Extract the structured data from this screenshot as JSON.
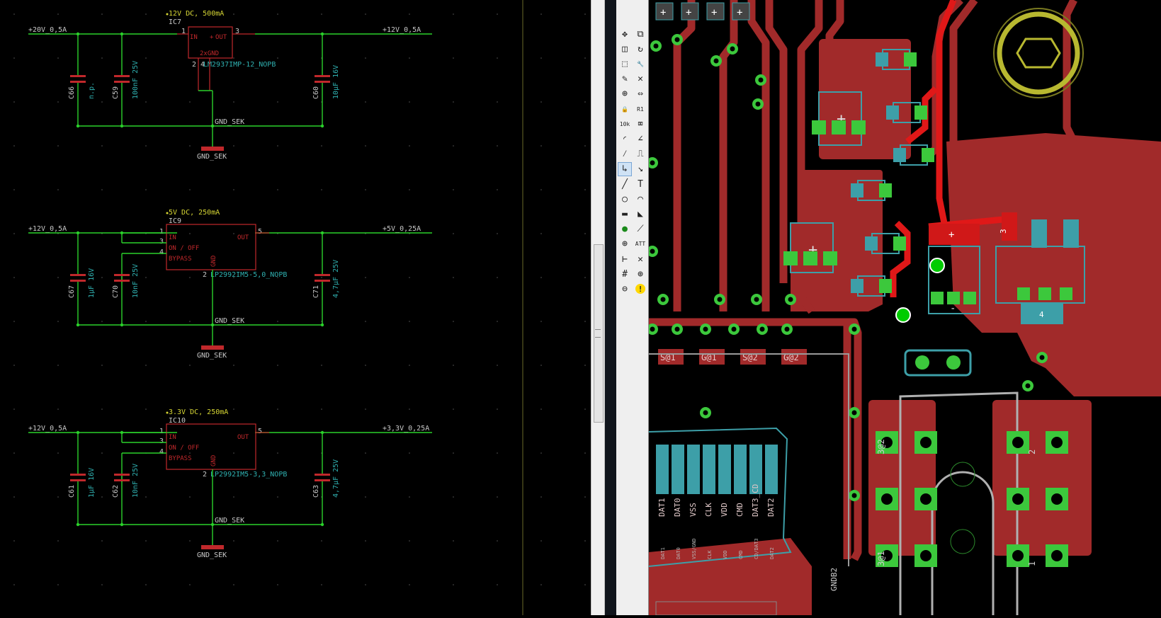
{
  "schematic": {
    "blocks": [
      {
        "header": "12V DC, 500mA",
        "ic": "IC7",
        "part": "LM2937IMP-12_NOPB",
        "input_net": "+20V_0,5A",
        "output_net": "+12V_0,5A",
        "ground_net": "GND_SEK",
        "ground_symbol": "GND_SEK",
        "pins": {
          "in_num": "1",
          "out_num": "3",
          "gnd_nums": "2 4"
        },
        "pin_labels": {
          "in": "IN",
          "out": "OUT",
          "gnd": "2xGND"
        },
        "caps": [
          {
            "name": "C66",
            "value": "n.p."
          },
          {
            "name": "C59",
            "value": "100nF 25V"
          },
          {
            "name": "C60",
            "value": "10µF 16V"
          }
        ]
      },
      {
        "header": "5V DC, 250mA",
        "ic": "IC9",
        "part": "LP2992IM5-5,0_NOPB",
        "input_net": "+12V_0,5A",
        "output_net": "+5V_0,25A",
        "ground_net": "GND_SEK",
        "ground_symbol": "GND_SEK",
        "pins": {
          "in_num": "1",
          "onoff_num": "3",
          "bypass_num": "4",
          "out_num": "5",
          "gnd_num": "2"
        },
        "pin_labels": {
          "in": "IN",
          "onoff": "ON / OFF",
          "bypass": "BYPASS",
          "out": "OUT",
          "gnd": "GND"
        },
        "caps": [
          {
            "name": "C67",
            "value": "1µF 16V"
          },
          {
            "name": "C70",
            "value": "10nF 25V"
          },
          {
            "name": "C71",
            "value": "4,7µF 25V"
          }
        ]
      },
      {
        "header": "3.3V DC, 250mA",
        "ic": "IC10",
        "part": "LP2992IM5-3,3_NOPB",
        "input_net": "+12V_0,5A",
        "output_net": "+3,3V_0,25A",
        "ground_net": "GND_SEK",
        "ground_symbol": "GND_SEK",
        "pins": {
          "in_num": "1",
          "onoff_num": "3",
          "bypass_num": "4",
          "out_num": "5",
          "gnd_num": "2"
        },
        "pin_labels": {
          "in": "IN",
          "onoff": "ON / OFF",
          "bypass": "BYPASS",
          "out": "OUT",
          "gnd": "GND"
        },
        "caps": [
          {
            "name": "C61",
            "value": "1µF 16V"
          },
          {
            "name": "C62",
            "value": "10nF 25V"
          },
          {
            "name": "C63",
            "value": "4,7µF 25V"
          }
        ]
      }
    ]
  },
  "toolbar": {
    "tools": [
      {
        "icon": "move-icon",
        "glyph": "✥"
      },
      {
        "icon": "copy-icon",
        "glyph": "⧉"
      },
      {
        "icon": "mirror-icon",
        "glyph": "◫"
      },
      {
        "icon": "rotate-icon",
        "glyph": "↻"
      },
      {
        "icon": "group-icon",
        "glyph": "⬚"
      },
      {
        "icon": "change-icon",
        "glyph": "🔧"
      },
      {
        "icon": "paste-icon",
        "glyph": "✎"
      },
      {
        "icon": "delete-icon",
        "glyph": "✕"
      },
      {
        "icon": "add-icon",
        "glyph": "⊕"
      },
      {
        "icon": "replace-icon",
        "glyph": "⇔"
      },
      {
        "icon": "lock-icon",
        "glyph": "🔒"
      },
      {
        "icon": "name-icon",
        "glyph": "R1"
      },
      {
        "icon": "value-icon",
        "glyph": "10k"
      },
      {
        "icon": "smash-icon",
        "glyph": "⌧"
      },
      {
        "icon": "miter-icon",
        "glyph": "◜"
      },
      {
        "icon": "split-icon",
        "glyph": "∠"
      },
      {
        "icon": "optimize-icon",
        "glyph": "⁄"
      },
      {
        "icon": "meander-icon",
        "glyph": "⎍"
      },
      {
        "icon": "route-icon",
        "glyph": "↳"
      },
      {
        "icon": "ripup-icon",
        "glyph": "↘"
      },
      {
        "icon": "wire-icon",
        "glyph": "╱"
      },
      {
        "icon": "text-icon",
        "glyph": "T"
      },
      {
        "icon": "circle-icon",
        "glyph": "○"
      },
      {
        "icon": "arc-icon",
        "glyph": "◠"
      },
      {
        "icon": "rect-icon",
        "glyph": "▬"
      },
      {
        "icon": "polygon-icon",
        "glyph": "◣"
      },
      {
        "icon": "via-icon",
        "glyph": "●"
      },
      {
        "icon": "signal-icon",
        "glyph": "⟋"
      },
      {
        "icon": "hole-icon",
        "glyph": "⊕"
      },
      {
        "icon": "attribute-icon",
        "glyph": "ATT"
      },
      {
        "icon": "dimension-icon",
        "glyph": "⊢"
      },
      {
        "icon": "ratsnest-icon",
        "glyph": "✕"
      },
      {
        "icon": "autorouter-icon",
        "glyph": "#"
      },
      {
        "icon": "zoom-in-icon",
        "glyph": "⊕"
      },
      {
        "icon": "zoom-out-icon",
        "glyph": "⊖"
      },
      {
        "icon": "errors-icon",
        "glyph": "!"
      }
    ]
  },
  "board": {
    "pad_labels": [
      "S@1",
      "G@1",
      "S@2",
      "G@2"
    ],
    "sd_pins": [
      "DAT1",
      "DAT0",
      "VSS",
      "CLK",
      "VDD",
      "CMD",
      "DAT3_CD",
      "DAT2"
    ],
    "sd_pins_small": [
      "DAT1",
      "DAT0",
      "VSS/GND",
      "CLK",
      "VDD",
      "CMD",
      "CD/DAT3",
      "DAT2"
    ],
    "conn_pads": [
      "3@2",
      "3@1",
      "2",
      "1"
    ],
    "gnd_label": "GNDB2",
    "ic_marks": [
      "1",
      "2",
      "3",
      "4",
      "+",
      "-"
    ]
  },
  "colors": {
    "net": "#2bd12b",
    "part": "#c0282b",
    "text": "#2fb0b0",
    "label": "#c8c8c8",
    "header": "#d6d634",
    "copper": "#a12a2a",
    "tstop": "#3d9fa8",
    "pad": "#3cc83c"
  }
}
